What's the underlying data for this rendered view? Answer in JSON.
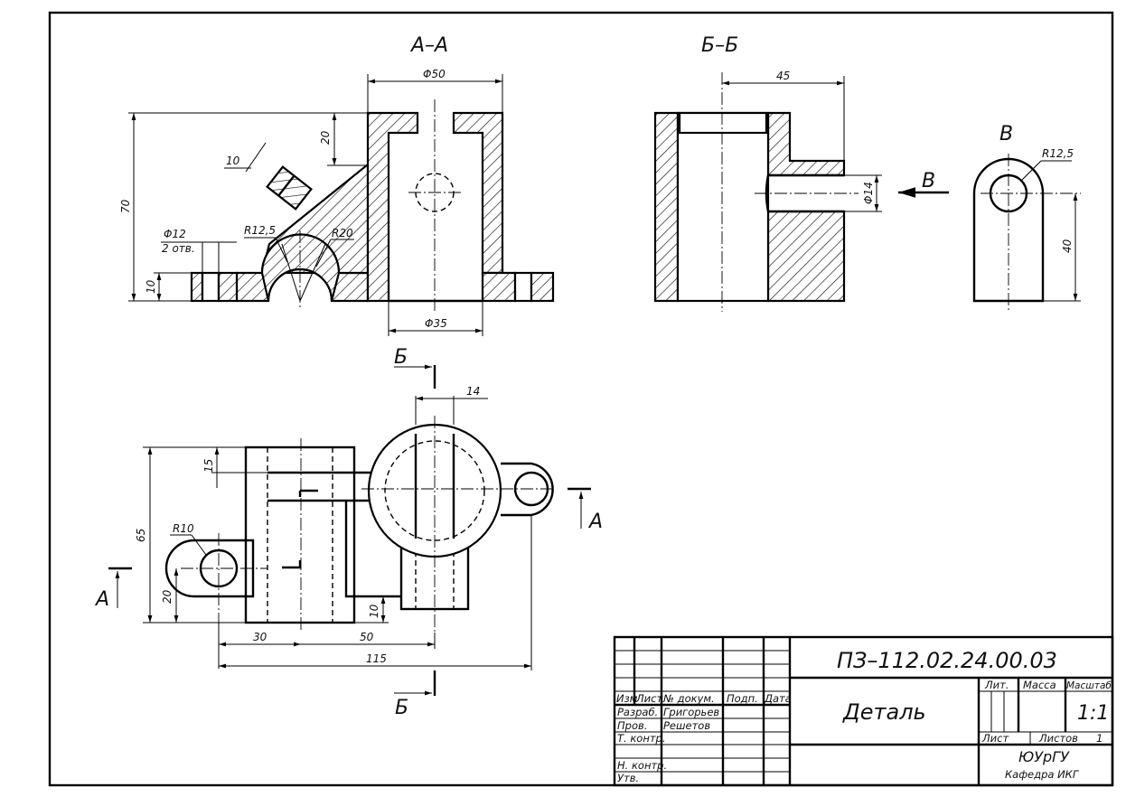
{
  "sections": {
    "aa": "А–А",
    "bb": "Б–Б",
    "v": "В"
  },
  "cut_letters": {
    "b": "Б",
    "a": "А",
    "v": "В"
  },
  "dims": {
    "d50": "Φ50",
    "d35": "Φ35",
    "h70": "70",
    "h20": "20",
    "h10": "10",
    "s10": "10",
    "d12": "Φ12",
    "holes2": "2 отв.",
    "r125": "R12,5",
    "r20": "R20",
    "w45": "45",
    "d14": "Φ14",
    "r125v": "R12,5",
    "h40": "40",
    "w14": "14",
    "h15": "15",
    "h65": "65",
    "r10": "R10",
    "h20b": "20",
    "h10b": "10",
    "w30": "30",
    "w50": "50",
    "w115": "115"
  },
  "title_block": {
    "designation": "ПЗ–112.02.24.00.03",
    "name": "Деталь",
    "col_izm": "Изм",
    "col_list": "Лист",
    "col_doc": "№ докум.",
    "col_sign": "Подп.",
    "col_date": "Дата",
    "razrab": "Разраб.",
    "razrab_name": "Григорьев",
    "prov": "Пров.",
    "prov_name": "Решетов",
    "tkontr": "Т. контр.",
    "nkontr": "Н. контр.",
    "utv": "Утв.",
    "lit": "Лит.",
    "massa": "Масса",
    "masshtab": "Масштаб",
    "scale": "1:1",
    "sheet": "Лист",
    "sheets": "Листов",
    "sheets_count": "1",
    "org": "ЮУрГУ",
    "dept": "Кафедра ИКГ"
  }
}
